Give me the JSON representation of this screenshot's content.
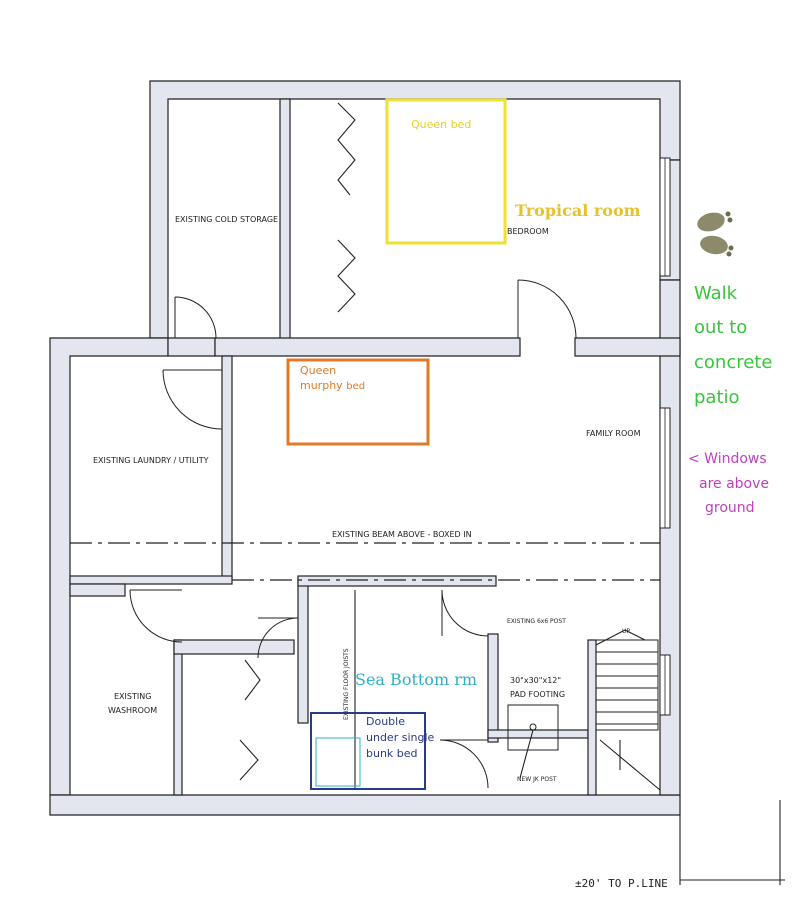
{
  "rooms": {
    "cold_storage": "EXISTING COLD STORAGE",
    "bedroom": "BEDROOM",
    "laundry": "EXISTING LAUNDRY / UTILITY",
    "family_room": "FAMILY ROOM",
    "beam": "EXISTING BEAM ABOVE - BOXED IN",
    "washroom_1": "EXISTING",
    "washroom_2": "WASHROOM",
    "floor_joists": "EXISTING FLOOR JOISTS",
    "post": "EXISTING 6x6 POST",
    "stair_up": "UP",
    "pad_1": "30\"x30\"x12\"",
    "pad_2": "PAD FOOTING",
    "jk_post": "NEW JK POST"
  },
  "annotations": {
    "queen_bed": "Queen bed",
    "tropical_room": "Tropical room",
    "queen_murphy_1": "Queen",
    "queen_murphy_2a": "murphy",
    "queen_murphy_2b": "bed",
    "sea_bottom": "Sea Bottom rm",
    "bunk_1": "Double",
    "bunk_2": "under single",
    "bunk_3": "bunk bed",
    "walk_1": "Walk",
    "walk_2": "out to",
    "walk_3": "concrete",
    "walk_4": "patio",
    "windows_1": "< Windows",
    "windows_2": "are above",
    "windows_3": "ground",
    "pline": "±20' TO P.LINE"
  },
  "colors": {
    "queen_bed": "#f0e030",
    "murphy_bed": "#e07a2a",
    "bunk_bed": "#2b3a8a",
    "walk_text": "#3ac43a",
    "windows_text": "#c040c0"
  }
}
